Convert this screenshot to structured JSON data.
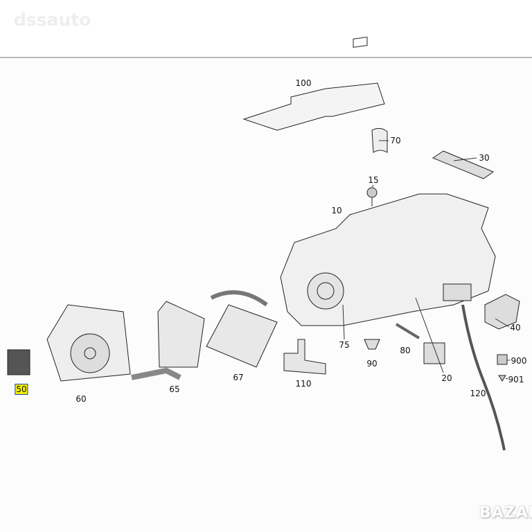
{
  "watermark": "dssauto",
  "logo": "BAZAR",
  "parts": [
    {
      "id": "100",
      "label": "100",
      "highlighted": false
    },
    {
      "id": "70",
      "label": "70",
      "highlighted": false
    },
    {
      "id": "30",
      "label": "30",
      "highlighted": false
    },
    {
      "id": "15",
      "label": "15",
      "highlighted": false
    },
    {
      "id": "10",
      "label": "10",
      "highlighted": false
    },
    {
      "id": "40",
      "label": "40",
      "highlighted": false
    },
    {
      "id": "900",
      "label": "900",
      "highlighted": false
    },
    {
      "id": "901",
      "label": "901",
      "highlighted": false
    },
    {
      "id": "120",
      "label": "120",
      "highlighted": false
    },
    {
      "id": "20",
      "label": "20",
      "highlighted": false
    },
    {
      "id": "80",
      "label": "80",
      "highlighted": false
    },
    {
      "id": "90",
      "label": "90",
      "highlighted": false
    },
    {
      "id": "75",
      "label": "75",
      "highlighted": false
    },
    {
      "id": "110",
      "label": "110",
      "highlighted": false
    },
    {
      "id": "67",
      "label": "67",
      "highlighted": false
    },
    {
      "id": "65",
      "label": "65",
      "highlighted": false
    },
    {
      "id": "60",
      "label": "60",
      "highlighted": false
    },
    {
      "id": "50",
      "label": "50",
      "highlighted": true
    }
  ],
  "colors": {
    "highlight": "#f5f000",
    "highlight_border": "#1a3fbf"
  }
}
